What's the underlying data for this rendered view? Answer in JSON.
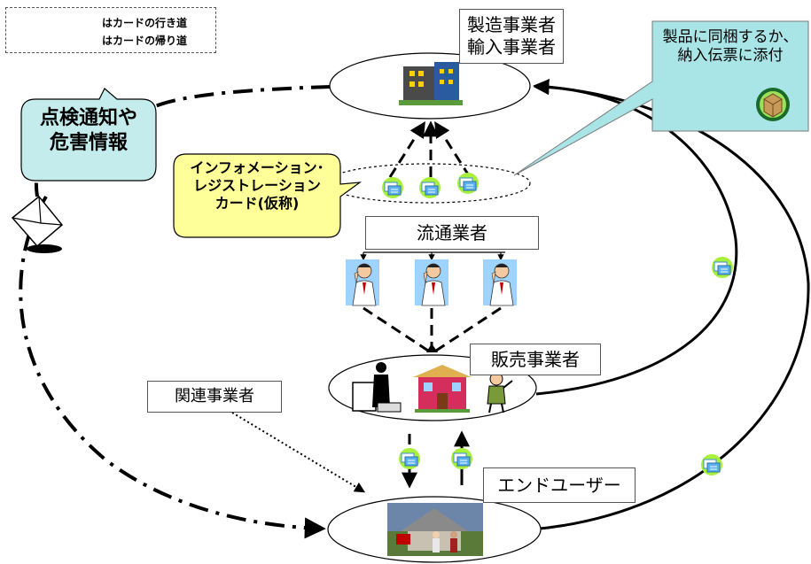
{
  "legend": {
    "outbound": "はカードの行き道",
    "return": "はカードの帰り道"
  },
  "nodes": {
    "manufacturer": [
      "製造事業者",
      "輸入事業者"
    ],
    "distributor": "流通業者",
    "retailer": "販売事業者",
    "end_user": "エンドユーザー",
    "related": "関連事業者"
  },
  "callouts": {
    "inspection": [
      "点検通知や",
      "危害情報"
    ],
    "card": [
      "インフォメーション･",
      "レジストレーション",
      "カード(仮称)"
    ],
    "bundle": [
      "製品に同梱するか、",
      "納入伝票に添付"
    ]
  },
  "colors": {
    "inspection_fill": "#c5ecec",
    "card_fill": "#ffff9a",
    "bundle_fill": "#a9e4e6",
    "card_icon_bg": "#a8f03c",
    "card_icon_fg": "#5ab0f0"
  }
}
